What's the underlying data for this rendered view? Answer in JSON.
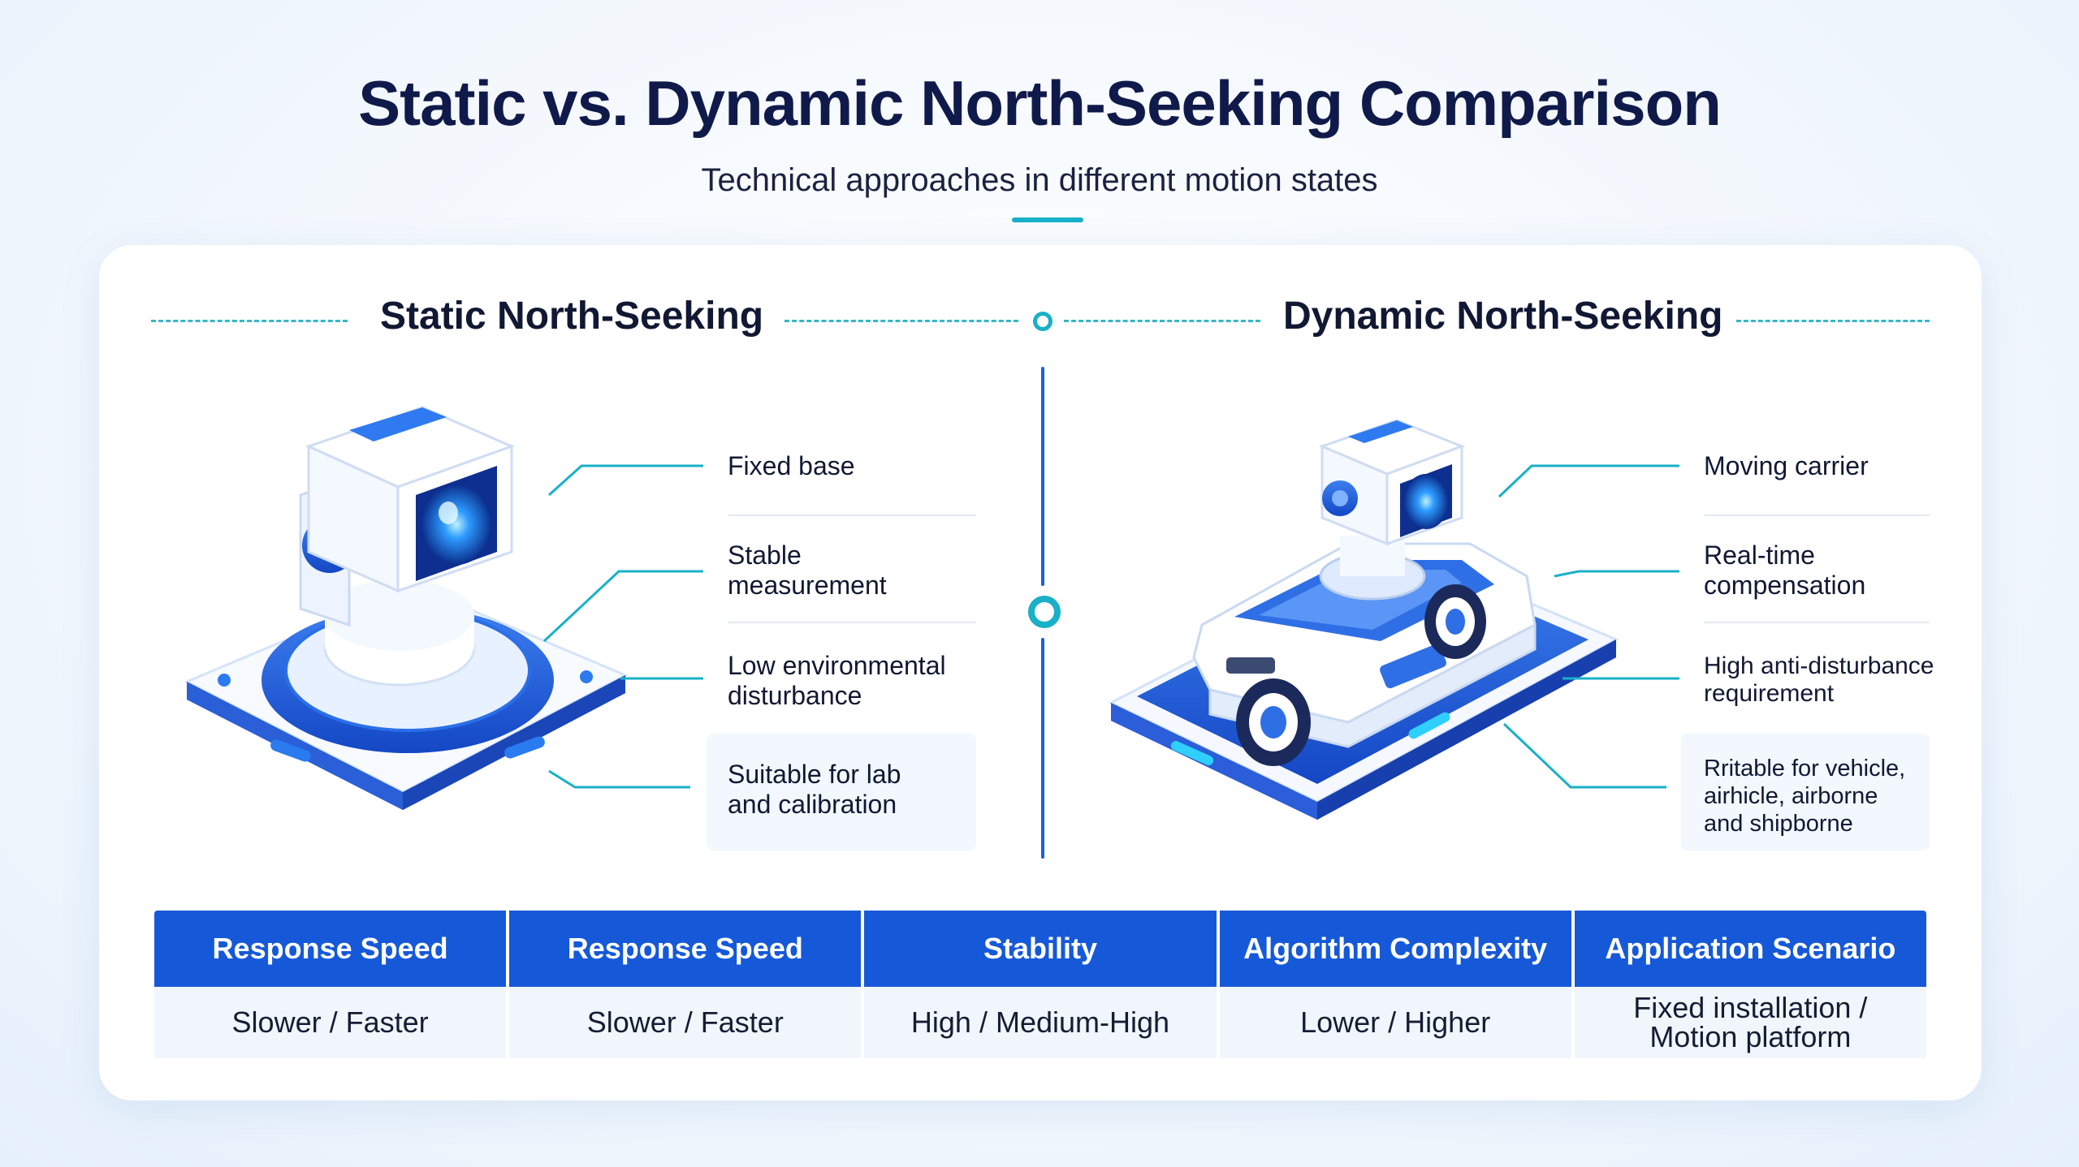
{
  "title": "Static vs. Dynamic North-Seeking Comparison",
  "subtitle": "Technical approaches in different motion states",
  "static": {
    "heading": "Static North-Seeking",
    "features": [
      "Fixed base",
      "Stable\nmeasurement",
      "Low environmental\ndisturbance",
      "Suitable for lab\nand calibration"
    ],
    "illustration": "gyro-turret-on-fixed-base"
  },
  "dynamic": {
    "heading": "Dynamic North-Seeking",
    "features": [
      "Moving carrier",
      "Real-time\ncompensation",
      "High anti-disturbance\nrequirement",
      "Rritable for vehicle,\nairhicle, airborne\nand shipborne"
    ],
    "illustration": "gyro-turret-on-vehicle"
  },
  "table": {
    "headers": [
      "Response Speed",
      "Response Speed",
      "Stability",
      "Algorithm Complexity",
      "Application Scenario"
    ],
    "values": [
      "Slower / Faster",
      "Slower / Faster",
      "High / Medium-High",
      "Lower / Higher",
      "Fixed installation /\nMotion platform"
    ]
  },
  "colors": {
    "accent_blue": "#1659d8",
    "accent_cyan": "#19b0c8",
    "title_navy": "#101a4a"
  }
}
